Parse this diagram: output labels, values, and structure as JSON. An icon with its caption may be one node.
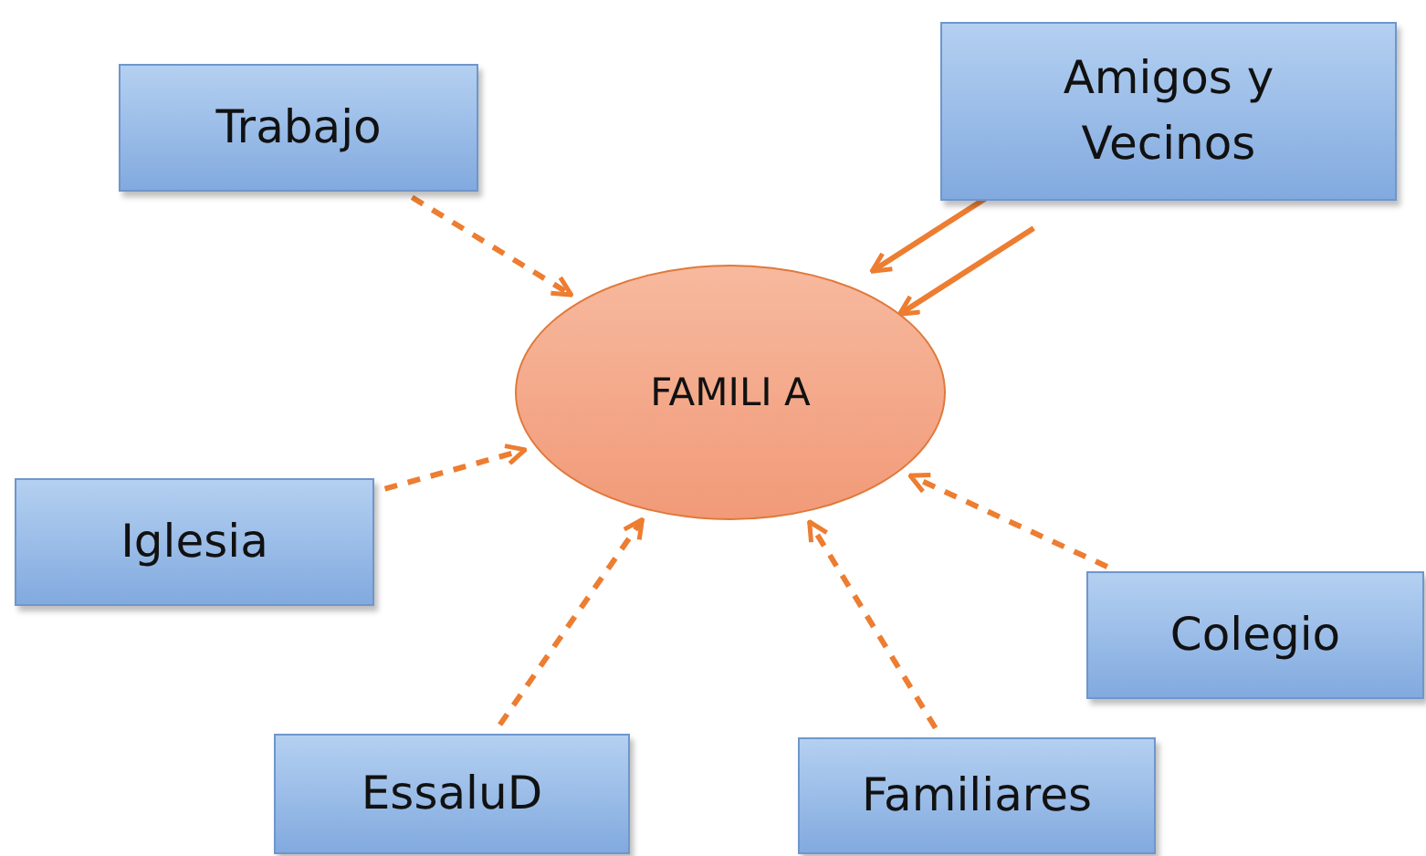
{
  "diagram": {
    "nodes": [
      {
        "text": [
          "Trabajo"
        ]
      },
      {
        "text": [
          "Amigos y Vecinos"
        ]
      },
      {
        "text": [
          "FAMILI A"
        ]
      },
      {
        "text": [
          "Iglesia"
        ]
      },
      {
        "text": [
          "Colegio"
        ]
      },
      {
        "text": [
          "EssaluD"
        ]
      },
      {
        "text": [
          "Familiares"
        ]
      }
    ],
    "edges": [
      {
        "from": 0,
        "to": 2,
        "arrow": "to",
        "style": "dashed"
      },
      {
        "from": 1,
        "to": 2,
        "arrow": "to"
      },
      {
        "from": 1,
        "to": 2,
        "arrow": "to"
      },
      {
        "from": 3,
        "to": 2,
        "arrow": "to",
        "style": "dashed"
      },
      {
        "from": 4,
        "to": 2,
        "arrow": "to",
        "style": "dashed"
      },
      {
        "from": 5,
        "to": 2,
        "arrow": "to",
        "style": "dashed"
      },
      {
        "from": 6,
        "to": 2,
        "arrow": "to",
        "style": "dashed"
      }
    ]
  }
}
